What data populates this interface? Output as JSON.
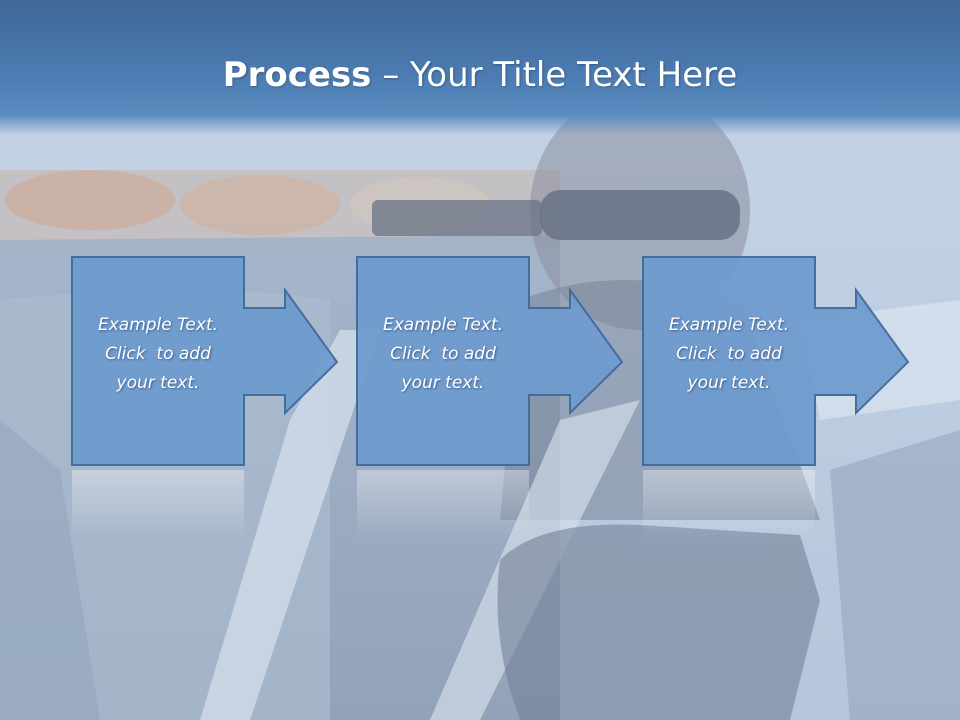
{
  "slide": {
    "title_bold": "Process",
    "title_rest": " – Your Title Text Here"
  },
  "steps": [
    {
      "lines": [
        "Example Text.",
        "Click  to add",
        "your text."
      ]
    },
    {
      "lines": [
        "Example Text.",
        "Click  to add",
        "your text."
      ]
    },
    {
      "lines": [
        "Example Text.",
        "Click  to add",
        "your text."
      ]
    }
  ],
  "colors": {
    "box_fill": "#6f9ccf",
    "box_border": "#3f6a9e",
    "title_band": "#4b7bb0"
  },
  "icons": [
    "arrow-right-icon"
  ]
}
